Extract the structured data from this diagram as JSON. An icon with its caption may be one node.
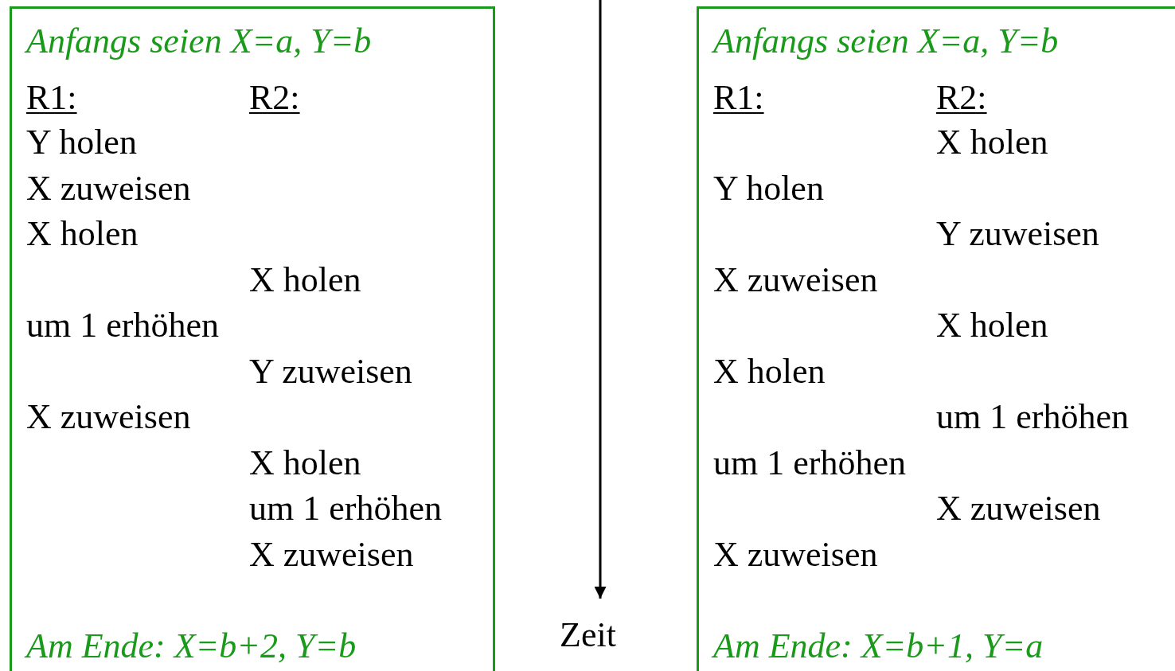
{
  "diagram": {
    "nodes": [
      {
        "text": [
          "Anfangs seien X=a, Y=b",
          "R1:",
          "R2:",
          "Y holen",
          "X zuweisen",
          "X holen",
          "X holen",
          "um 1 erhöhen",
          "Y zuweisen",
          "X zuweisen",
          "X holen",
          "um 1 erhöhen",
          "X zuweisen",
          "Am Ende: X=b+2, Y=b"
        ]
      },
      {
        "text": [
          "Anfangs seien X=a, Y=b",
          "R1:",
          "R2:",
          "X holen",
          "Y holen",
          "Y zuweisen",
          "X zuweisen",
          "X holen",
          "X holen",
          "um 1 erhöhen",
          "um 1 erhöhen",
          "X zuweisen",
          "X zuweisen",
          "Am Ende: X=b+1, Y=a"
        ]
      }
    ],
    "edges": [],
    "labels": [
      "Zeit"
    ]
  }
}
